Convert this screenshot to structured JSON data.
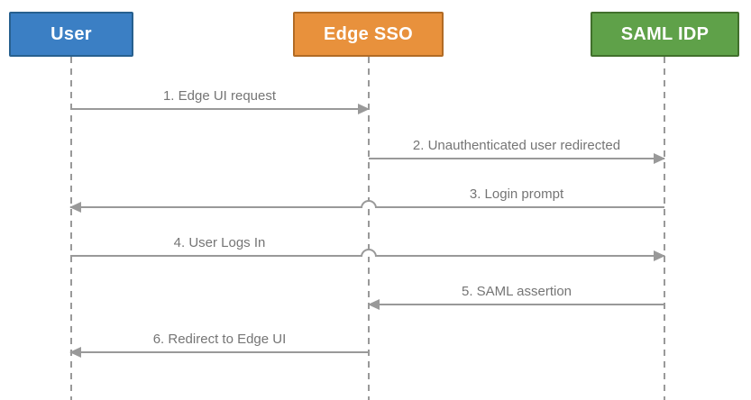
{
  "diagram": {
    "type": "sequence-diagram",
    "actors": [
      {
        "id": "user",
        "label": "User",
        "fill": "#3b7fc4",
        "border": "#27608f"
      },
      {
        "id": "edge-sso",
        "label": "Edge SSO",
        "fill": "#e8913c",
        "border": "#b16b25"
      },
      {
        "id": "saml-idp",
        "label": "SAML IDP",
        "fill": "#5fa149",
        "border": "#41702c"
      }
    ],
    "messages": [
      {
        "num": 1,
        "label": "1. Edge UI request",
        "from": "User",
        "to": "Edge SSO",
        "direction": "right"
      },
      {
        "num": 2,
        "label": "2. Unauthenticated user redirected",
        "from": "Edge SSO",
        "to": "SAML IDP",
        "direction": "right"
      },
      {
        "num": 3,
        "label": "3. Login prompt",
        "from": "SAML IDP",
        "to": "User",
        "direction": "left"
      },
      {
        "num": 4,
        "label": "4. User Logs In",
        "from": "User",
        "to": "SAML IDP",
        "direction": "right"
      },
      {
        "num": 5,
        "label": "5. SAML assertion",
        "from": "SAML IDP",
        "to": "Edge SSO",
        "direction": "left"
      },
      {
        "num": 6,
        "label": "6. Redirect to Edge UI",
        "from": "Edge SSO",
        "to": "User",
        "direction": "left"
      }
    ],
    "colors": {
      "arrow_line": "#999999",
      "message_text": "#757575",
      "actor_text": "#ffffff",
      "background": "#ffffff"
    }
  }
}
